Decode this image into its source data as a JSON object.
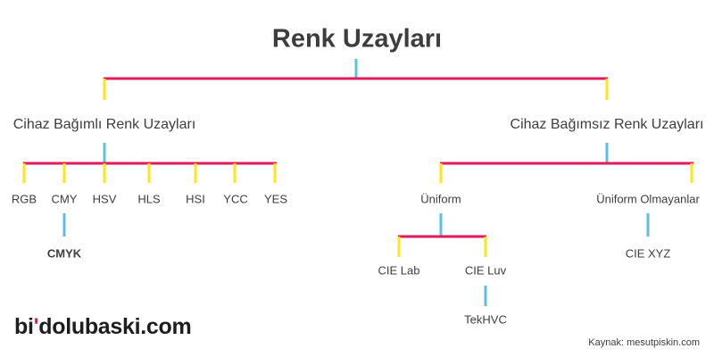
{
  "title": "Renk Uzayları",
  "colors": {
    "bar": "#e4195c",
    "connector": "#5bc0e4",
    "drop": "#ffe51a"
  },
  "nodes": {
    "device_dependent": "Cihaz Bağımlı Renk Uzayları",
    "device_independent": "Cihaz Bağımsız Renk Uzayları",
    "rgb": "RGB",
    "cmy": "CMY",
    "hsv": "HSV",
    "hls": "HLS",
    "hsi": "HSI",
    "ycc": "YCC",
    "yes": "YES",
    "cmyk": "CMYK",
    "uniform": "Üniform",
    "non_uniform": "Üniform Olmayanlar",
    "cie_lab": "CIE Lab",
    "cie_luv": "CIE Luv",
    "tekhvc": "TekHVC",
    "cie_xyz": "CIE XYZ"
  },
  "logo": {
    "prefix": "bi",
    "mark": "'",
    "suffix": "dolubaski.com"
  },
  "source": "Kaynak: mesutpiskin.com"
}
